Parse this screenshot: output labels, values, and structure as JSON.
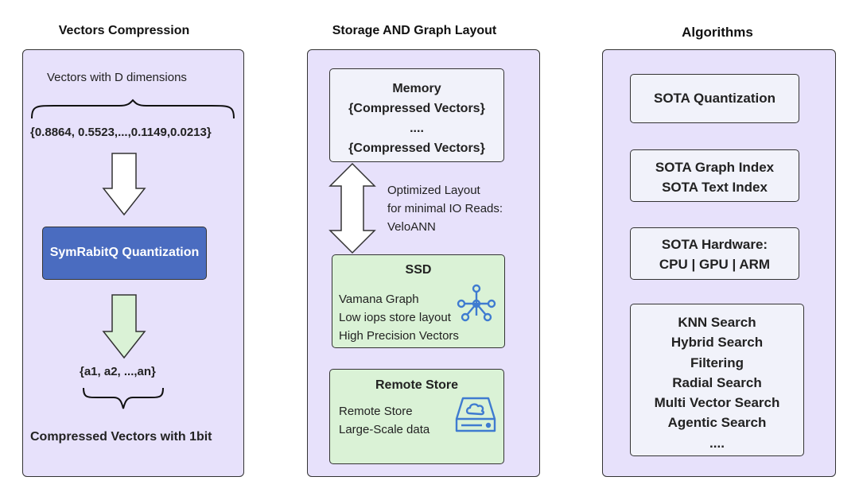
{
  "columns": {
    "compression": {
      "title": "Vectors Compression",
      "dims_label": "Vectors with D dimensions",
      "vector_values": "{0.8864, 0.5523,...,0.1149,0.0213}",
      "quant_label": "SymRabitQ Quantization",
      "compressed_values": "{a1, a2, ...,an}",
      "result_label": "Compressed Vectors with  1bit"
    },
    "storage": {
      "title": "Storage AND Graph Layout",
      "memory": {
        "title": "Memory",
        "line1": "{Compressed Vectors}",
        "line2": "....",
        "line3": "{Compressed Vectors}"
      },
      "layout_note": [
        "Optimized Layout",
        "for minimal IO Reads:",
        "VeloANN"
      ],
      "ssd": {
        "title": "SSD",
        "lines": [
          "Vamana Graph",
          "Low iops store layout",
          "High Precision Vectors"
        ],
        "icon": "graph-network-icon"
      },
      "remote": {
        "title": "Remote Store",
        "lines": [
          "Remote  Store",
          "Large-Scale data"
        ],
        "icon": "cloud-storage-icon"
      }
    },
    "algorithms": {
      "title": "Algorithms",
      "boxes": [
        [
          "SOTA Quantization"
        ],
        [
          "SOTA Graph Index",
          "SOTA Text Index"
        ],
        [
          "SOTA Hardware:",
          "CPU | GPU | ARM"
        ],
        [
          "KNN Search",
          "Hybrid Search",
          "Filtering",
          "Radial Search",
          "Multi Vector Search",
          "Agentic Search",
          "...."
        ]
      ]
    }
  },
  "colors": {
    "panel": "#e7e1fb",
    "quant_box": "#4a6cc0",
    "green_box": "#daf2d6",
    "white_box": "#f1f2fa",
    "icon_blue": "#3f7bd0"
  }
}
